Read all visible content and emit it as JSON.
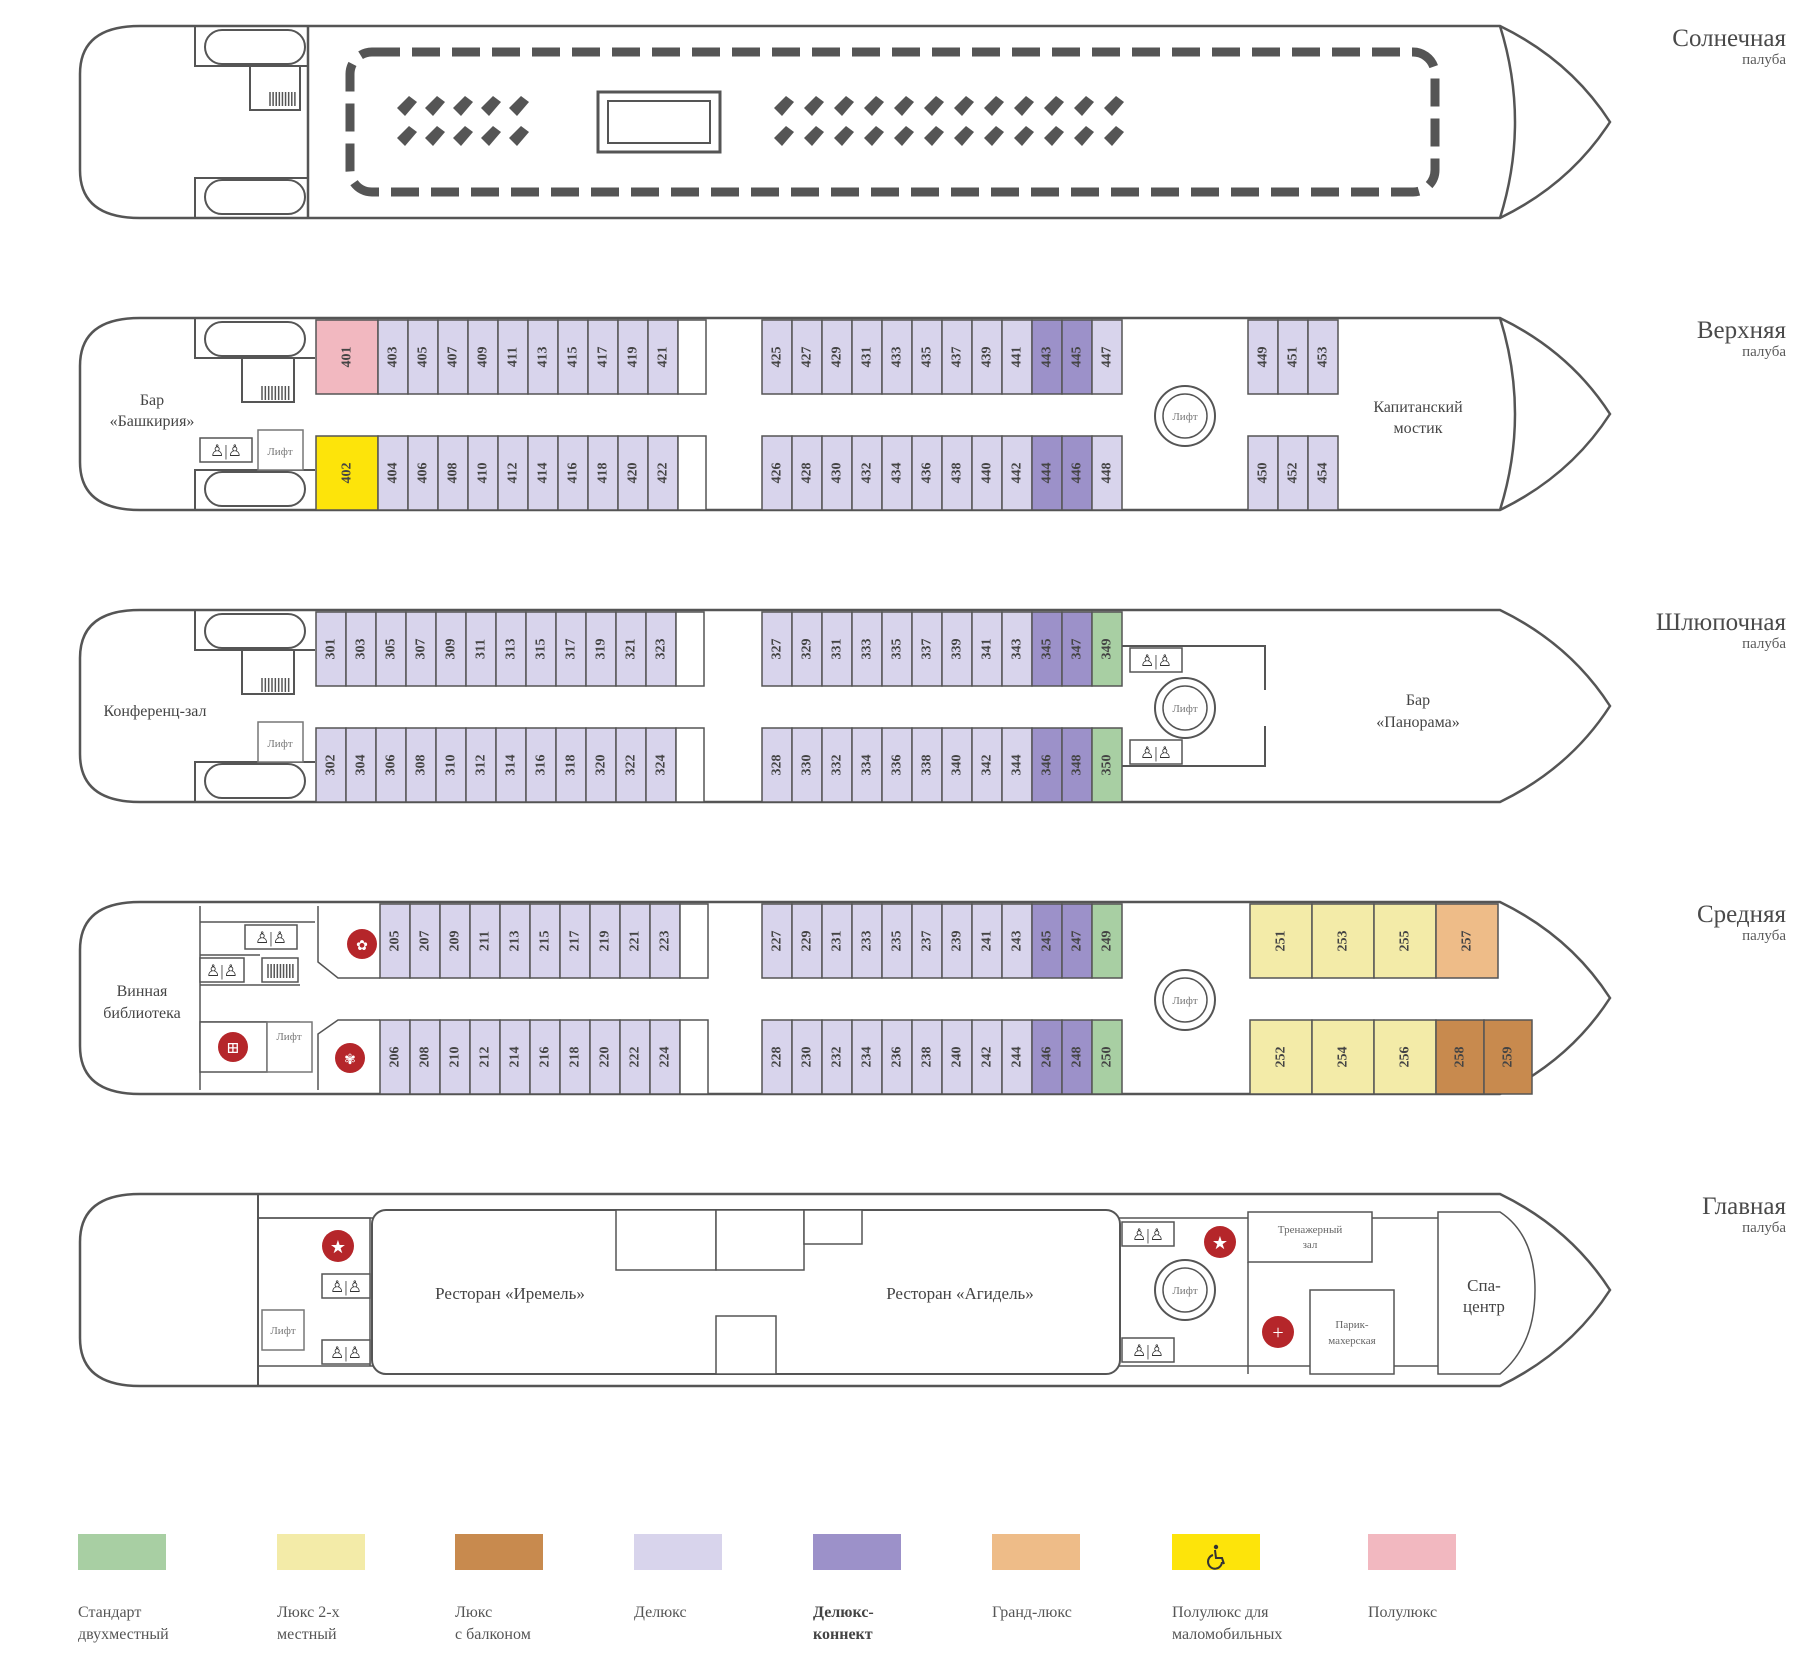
{
  "colors": {
    "outline": "#555555",
    "standard": "#a8cfa3",
    "lux2": "#f3eba8",
    "lux_balcony": "#c88a4e",
    "deluxe": "#d8d4ec",
    "deluxe_connect": "#9c91c9",
    "grand_lux": "#eebc88",
    "semilux_access": "#fde40a",
    "semilux": "#f2b8c0",
    "accent_red": "#b5262a"
  },
  "decks": {
    "sun": {
      "name": "Солнечная",
      "sub": "палуба"
    },
    "upper": {
      "name": "Верхняя",
      "sub": "палуба"
    },
    "boat": {
      "name": "Шлюпочная",
      "sub": "палуба"
    },
    "middle": {
      "name": "Средняя",
      "sub": "палуба"
    },
    "main": {
      "name": "Главная",
      "sub": "палуба"
    }
  },
  "cabins": {
    "upper": {
      "top_a": [
        "401",
        "403",
        "405",
        "407",
        "409",
        "411",
        "413",
        "415",
        "417",
        "419",
        "421"
      ],
      "top_b": [
        "425",
        "427",
        "429",
        "431",
        "433",
        "435",
        "437",
        "439",
        "441",
        "443",
        "445",
        "447"
      ],
      "top_c": [
        "449",
        "451",
        "453"
      ],
      "bot_a": [
        "402",
        "404",
        "406",
        "408",
        "410",
        "412",
        "414",
        "416",
        "418",
        "420",
        "422"
      ],
      "bot_b": [
        "426",
        "428",
        "430",
        "432",
        "434",
        "436",
        "438",
        "440",
        "442",
        "444",
        "446",
        "448"
      ],
      "bot_c": [
        "450",
        "452",
        "454"
      ]
    },
    "boat": {
      "top_a": [
        "301",
        "303",
        "305",
        "307",
        "309",
        "311",
        "313",
        "315",
        "317",
        "319",
        "321",
        "323"
      ],
      "top_b": [
        "327",
        "329",
        "331",
        "333",
        "335",
        "337",
        "339",
        "341",
        "343",
        "345",
        "347",
        "349"
      ],
      "bot_a": [
        "302",
        "304",
        "306",
        "308",
        "310",
        "312",
        "314",
        "316",
        "318",
        "320",
        "322",
        "324"
      ],
      "bot_b": [
        "328",
        "330",
        "332",
        "334",
        "336",
        "338",
        "340",
        "342",
        "344",
        "346",
        "348",
        "350"
      ]
    },
    "middle": {
      "top_a": [
        "205",
        "207",
        "209",
        "211",
        "213",
        "215",
        "217",
        "219",
        "221",
        "223"
      ],
      "top_b": [
        "227",
        "229",
        "231",
        "233",
        "235",
        "237",
        "239",
        "241",
        "243",
        "245",
        "247",
        "249"
      ],
      "top_c": [
        "251",
        "253",
        "255",
        "257"
      ],
      "bot_a": [
        "206",
        "208",
        "210",
        "212",
        "214",
        "216",
        "218",
        "220",
        "222",
        "224"
      ],
      "bot_b": [
        "228",
        "230",
        "232",
        "234",
        "236",
        "238",
        "240",
        "242",
        "244",
        "246",
        "248",
        "250"
      ],
      "bot_c": [
        "252",
        "254",
        "256",
        "258",
        "259"
      ]
    }
  },
  "places": {
    "bar_bashkiria_1": "Бар",
    "bar_bashkiria_2": "«Башкирия»",
    "lift": "Лифт",
    "captain_bridge_1": "Капитанский",
    "captain_bridge_2": "мостик",
    "conference": "Конференц-зал",
    "bar_panorama_1": "Бар",
    "bar_panorama_2": "«Панорама»",
    "wine_1": "Винная",
    "wine_2": "библиотека",
    "restaurant_iremel": "Ресторан «Иремель»",
    "restaurant_agidel": "Ресторан «Агидель»",
    "gym_1": "Тренажерный",
    "gym_2": "зал",
    "barber_1": "Парик-",
    "barber_2": "махерская",
    "spa_1": "Спа-",
    "spa_2": "центр"
  },
  "legend": [
    {
      "key": "standard",
      "label_1": "Стандарт",
      "label_2": "двухместный",
      "bold": false
    },
    {
      "key": "lux2",
      "label_1": "Люкс 2-х",
      "label_2": "местный",
      "bold": false
    },
    {
      "key": "lux_balcony",
      "label_1": "Люкс",
      "label_2": "с балконом",
      "bold": false
    },
    {
      "key": "deluxe",
      "label_1": "Делюкс",
      "label_2": "",
      "bold": false
    },
    {
      "key": "deluxe_connect",
      "label_1": "Делюкс-",
      "label_2": "коннект",
      "bold": true
    },
    {
      "key": "grand_lux",
      "label_1": "Гранд-люкс",
      "label_2": "",
      "bold": false
    },
    {
      "key": "semilux_access",
      "label_1": "Полулюкс для",
      "label_2": "маломобильных",
      "bold": false
    },
    {
      "key": "semilux",
      "label_1": "Полулюкс",
      "label_2": "",
      "bold": false
    }
  ]
}
